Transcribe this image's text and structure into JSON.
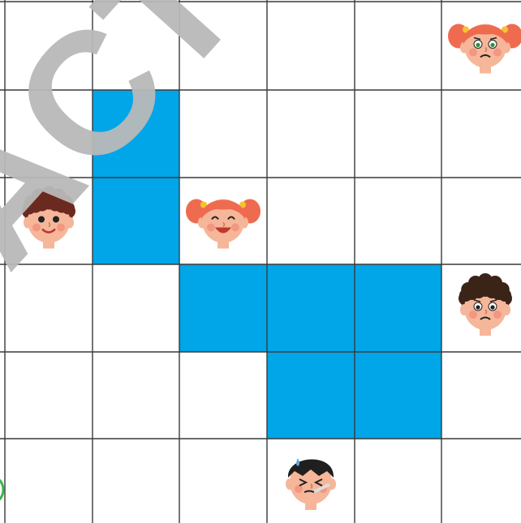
{
  "board": {
    "rows": 6,
    "cols": 6,
    "highlight_color": "#00a6e8",
    "grid_color": "#3a3a3a",
    "background": "#ffffff",
    "highlighted_cells": [
      [
        1,
        1
      ],
      [
        2,
        1
      ],
      [
        3,
        2
      ],
      [
        3,
        3
      ],
      [
        3,
        4
      ],
      [
        4,
        3
      ],
      [
        4,
        4
      ]
    ],
    "faces": [
      {
        "row": 0,
        "col": 5,
        "icon": "worried-girl-face-icon",
        "hair": "#ef6b4f",
        "mood": "worried"
      },
      {
        "row": 2,
        "col": 0,
        "icon": "curly-girl-face-icon",
        "hair": "#6b2a20",
        "mood": "happy"
      },
      {
        "row": 2,
        "col": 2,
        "icon": "laughing-girl-face-icon",
        "hair": "#ef6b4f",
        "mood": "laughing"
      },
      {
        "row": 3,
        "col": 5,
        "icon": "curly-boy-face-icon",
        "hair": "#3a2418",
        "mood": "worried"
      },
      {
        "row": 5,
        "col": 3,
        "icon": "sick-boy-face-icon",
        "hair": "#1f1f1f",
        "mood": "sick"
      }
    ]
  },
  "watermark": {
    "text": "ACT P",
    "color": "#b9b9b9"
  }
}
